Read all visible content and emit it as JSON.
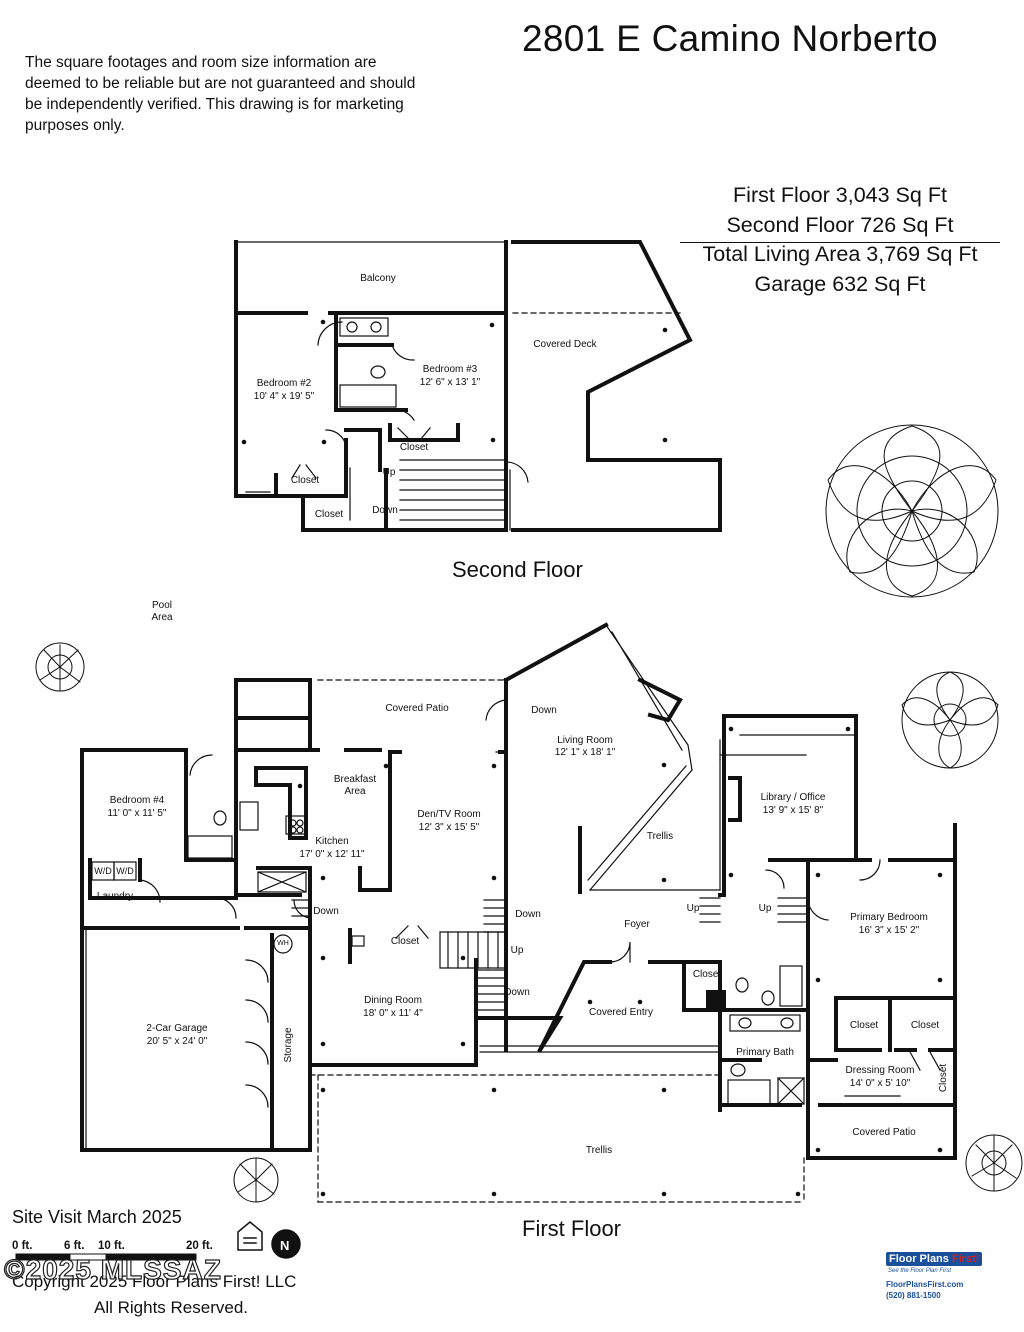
{
  "header": {
    "address": "2801 E Camino Norberto",
    "disclaimer": "The square footages and room size information are deemed to be reliable but are not guaranteed and should be independently verified. This drawing is for marketing purposes only."
  },
  "areas": {
    "first_floor": "First Floor 3,043 Sq Ft",
    "second_floor": "Second Floor 726 Sq Ft",
    "total": "Total Living Area 3,769 Sq Ft",
    "garage": "Garage 632 Sq Ft"
  },
  "second_floor": {
    "title": "Second Floor",
    "rooms": {
      "balcony": "Balcony",
      "covered_deck": "Covered Deck",
      "bedroom2": "Bedroom #2",
      "bedroom2_size": "10' 4\" x 19' 5\"",
      "bedroom3": "Bedroom #3",
      "bedroom3_size": "12' 6\" x 13' 1\"",
      "closet_a": "Closet",
      "closet_b": "Closet",
      "closet_c": "Closet",
      "up": "Up",
      "down": "Down"
    }
  },
  "first_floor": {
    "title": "First Floor",
    "pool_area": "Pool\nArea",
    "rooms": {
      "covered_patio": "Covered Patio",
      "living_room": "Living Room",
      "living_room_size": "12' 1\" x 18' 1\"",
      "down_living": "Down",
      "breakfast": "Breakfast\nArea",
      "den": "Den/TV Room",
      "den_size": "12' 3\" x 15' 5\"",
      "kitchen": "Kitchen",
      "kitchen_size": "17' 0\" x 12' 11\"",
      "bedroom4": "Bedroom #4",
      "bedroom4_size": "11' 0\" x 11' 5\"",
      "laundry": "Laundry",
      "wd1": "W/D",
      "wd2": "W/D",
      "wh": "WH",
      "library": "Library / Office",
      "library_size": "13' 9\" x 15' 8\"",
      "trellis_top": "Trellis",
      "foyer": "Foyer",
      "primary_bedroom": "Primary Bedroom",
      "primary_bedroom_size": "16' 3\" x 15' 2\"",
      "closet_kitchen": "Closet",
      "closet_bath": "Closet",
      "closet_d1": "Closet",
      "closet_d2": "Closet",
      "closet_side": "Closet",
      "dining": "Dining Room",
      "dining_size": "18' 0\" x 11' 4\"",
      "garage": "2-Car Garage",
      "garage_size": "20' 5\" x 24' 0\"",
      "storage": "Storage",
      "covered_entry": "Covered Entry",
      "primary_bath": "Primary Bath",
      "dressing": "Dressing Room",
      "dressing_size": "14' 0\" x 5' 10\"",
      "covered_patio_right": "Covered Patio",
      "trellis_bottom": "Trellis",
      "down_a": "Down",
      "down_b": "Down",
      "down_c": "Down",
      "up_a": "Up",
      "up_b": "Up",
      "up_c": "Up"
    }
  },
  "footer": {
    "site_visit": "Site Visit March 2025",
    "scale": [
      "0 ft.",
      "6 ft.",
      "10 ft.",
      "20 ft."
    ],
    "copyright": "Copyright 2025 Floor Plans First! LLC",
    "rights": "All Rights Reserved.",
    "watermark": "©2025 MLSSAZ",
    "logo": {
      "brand": "Floor Plans",
      "brand_accent": "First!",
      "tagline": "See the Floor Plan First",
      "url": "FloorPlansFirst.com",
      "phone": "(520) 881-1500"
    }
  }
}
